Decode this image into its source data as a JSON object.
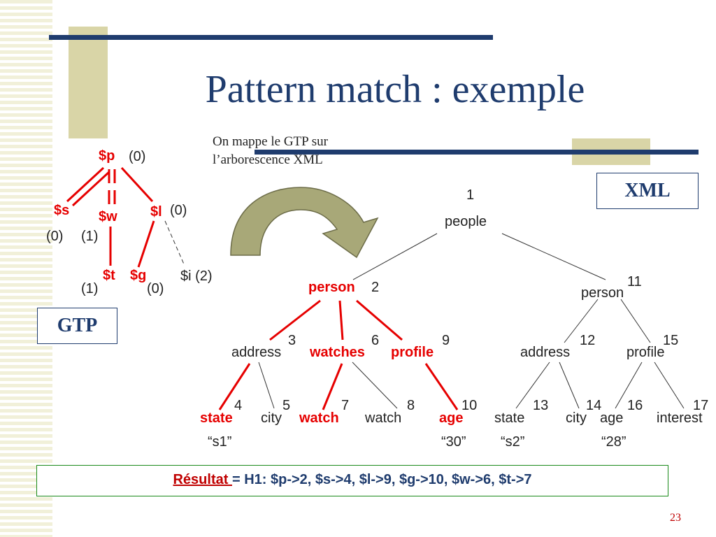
{
  "title": "Pattern match : exemple",
  "caption": [
    "On mappe le GTP sur",
    "l’arborescence XML"
  ],
  "xml_label": "XML",
  "gtp_label": "GTP",
  "gtp": {
    "p": "$p",
    "p_ann": "(0)",
    "s": "$s",
    "s_ann": "(0)",
    "w": "$w",
    "w_ann": "(1)",
    "l": "$l",
    "l_ann": "(0)",
    "t": "$t",
    "t_ann": "(1)",
    "g": "$g",
    "g_ann": "(0)",
    "i": "$i (2)"
  },
  "xml_nodes": {
    "people": "people",
    "people_num": "1",
    "person1": "person",
    "person1_num": "2",
    "person2": "person",
    "person2_num": "11",
    "address1": "address",
    "address1_num": "3",
    "watches": "watches",
    "watches_num": "6",
    "profile1": "profile",
    "profile1_num": "9",
    "address2": "address",
    "address2_num": "12",
    "profile2": "profile",
    "profile2_num": "15",
    "state1": "state",
    "state1_num": "4",
    "city1": "city",
    "city1_num": "5",
    "watch1": "watch",
    "watch1_num": "7",
    "watch2": "watch",
    "watch2_num": "8",
    "age1": "age",
    "age1_num": "10",
    "state2": "state",
    "state2_num": "13",
    "city2": "city",
    "city2_num": "14",
    "age2": "age",
    "age2_num": "16",
    "interest": "interest",
    "interest_num": "17",
    "val_s1": "“s1”",
    "val_30": "“30”",
    "val_s2": "“s2”",
    "val_28": "“28”"
  },
  "result": {
    "label": "Résultat ",
    "text": "= H1:  $p->2,  $s->4,  $l->9,  $g->10,  $w->6,  $t->7"
  },
  "page_number": "23",
  "colors": {
    "navy": "#1f3c6e",
    "red": "#e60000",
    "olive": "#d9d5a7",
    "arrow": "#a8a878"
  }
}
